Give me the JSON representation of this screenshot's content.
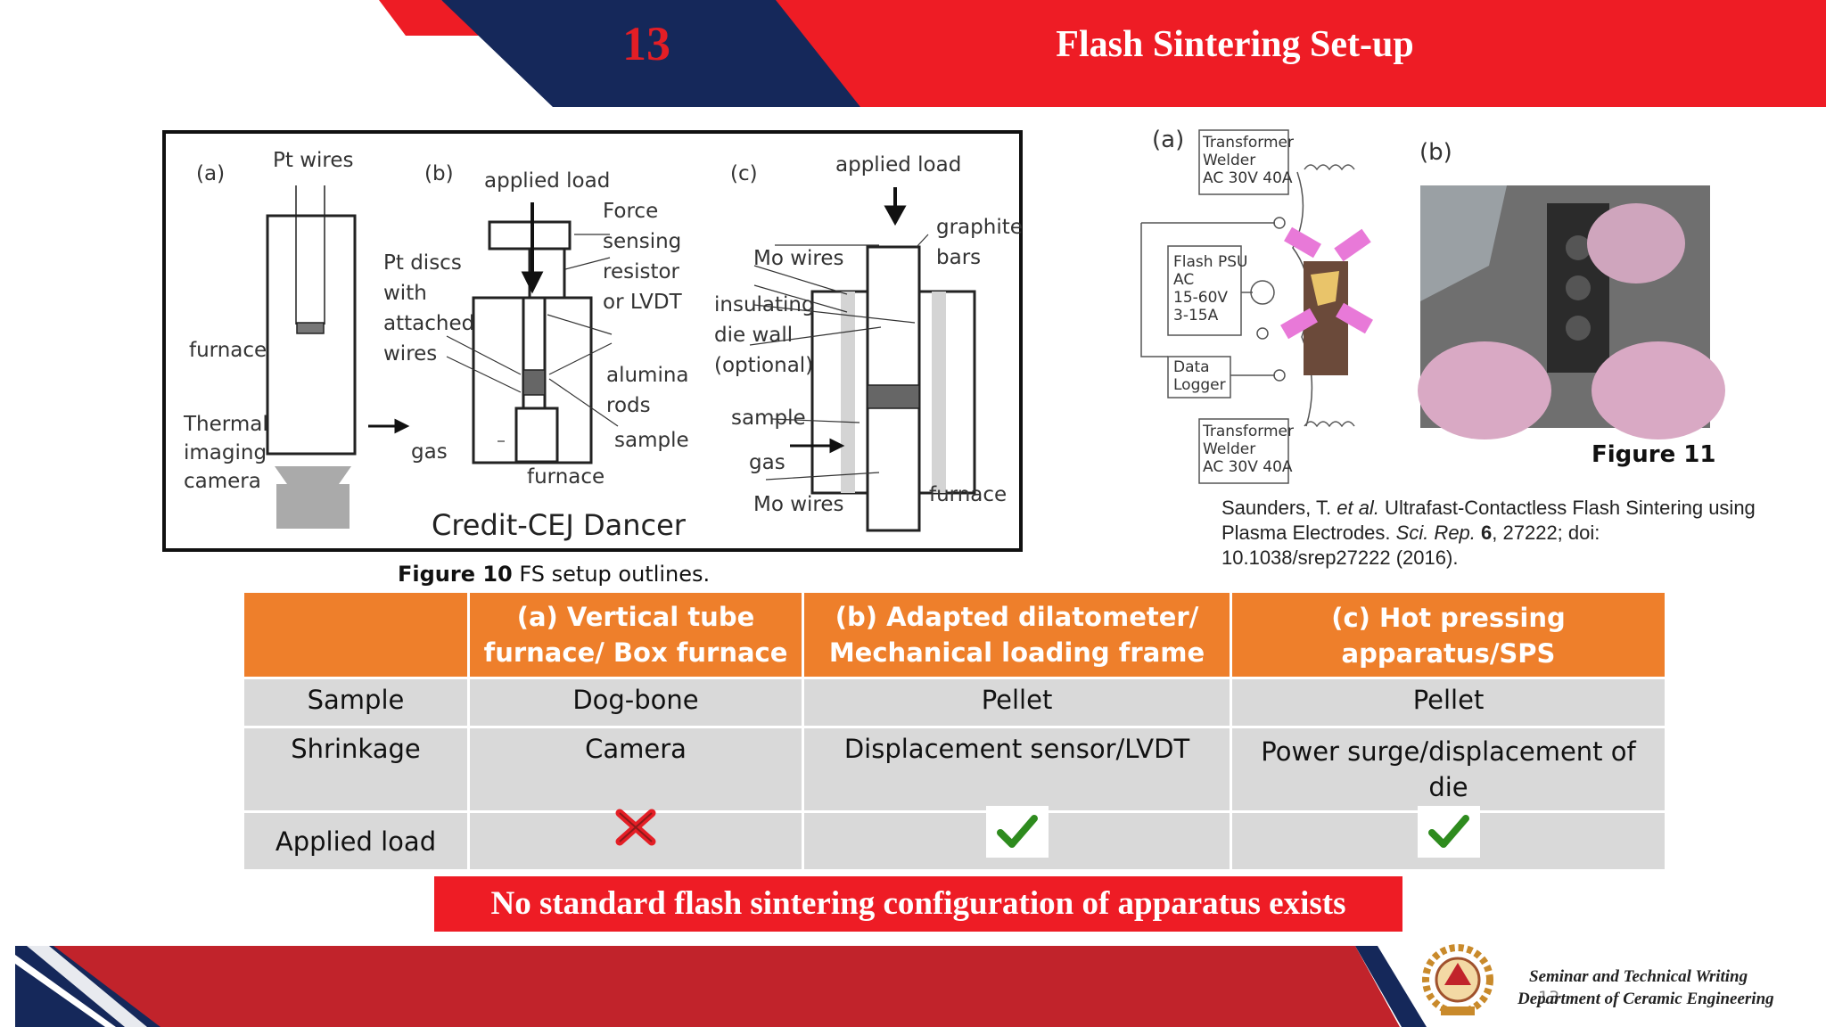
{
  "header": {
    "slide_number": "13",
    "title": "Flash Sintering Set-up",
    "colors": {
      "red": "#ee1c25",
      "navy": "#15285a",
      "orange": "#ee7f2b",
      "gray": "#d9d9d9"
    }
  },
  "figure10": {
    "panel_a": {
      "label": "(a)",
      "pt_wires": "Pt wires",
      "furnace": "furnace",
      "camera": [
        "Thermal",
        "imaging",
        "camera"
      ]
    },
    "panel_b": {
      "label": "(b)",
      "applied_load": "applied load",
      "force_sensor": [
        "Force",
        "sensing",
        "resistor",
        "or LVDT"
      ],
      "pt_discs": [
        "Pt discs",
        "with",
        "attached",
        "wires"
      ],
      "alumina_rods": [
        "alumina",
        "rods"
      ],
      "sample": "sample",
      "gas": "gas",
      "furnace": "furnace"
    },
    "panel_c": {
      "label": "(c)",
      "applied_load": "applied load",
      "graphite_bars": [
        "graphite",
        "bars"
      ],
      "mo_wires_top": "Mo wires",
      "insulating": [
        "insulating",
        "die wall",
        "(optional)"
      ],
      "sample": "sample",
      "gas": "gas",
      "mo_wires_bottom": "Mo wires",
      "furnace": "furnace"
    },
    "credit": "Credit-CEJ Dancer",
    "caption_bold": "Figure 10",
    "caption_text": " FS setup outlines."
  },
  "figure11": {
    "panel_a_label": "(a)",
    "panel_b_label": "(b)",
    "transformer_top": [
      "Transformer",
      "Welder",
      "AC 30V 40A"
    ],
    "flash_psu": [
      "Flash PSU",
      "AC",
      "15-60V",
      "3-15A"
    ],
    "data_logger": [
      "Data",
      "Logger"
    ],
    "transformer_bottom": [
      "Transformer",
      "Welder",
      "AC 30V 40A"
    ],
    "label": "Figure 11",
    "citation": {
      "part1": "Saunders, T. ",
      "etal": "et al.",
      "part2": " Ultrafast-Contactless Flash Sintering using Plasma Electrodes. ",
      "journal": "Sci. Rep.",
      "space": " ",
      "volume": "6",
      "part3": ", 27222; doi: 10.1038/srep27222 (2016)."
    }
  },
  "table": {
    "headers": [
      "",
      "(a) Vertical tube furnace/ Box furnace",
      "(b) Adapted dilatometer/ Mechanical loading frame",
      "(c) Hot pressing apparatus/SPS"
    ],
    "rows": [
      {
        "label": "Sample",
        "cells": [
          "Dog-bone",
          "Pellet",
          "Pellet"
        ]
      },
      {
        "label": "Shrinkage",
        "cells": [
          "Camera",
          "Displacement sensor/LVDT",
          "Power surge/displacement of die"
        ]
      },
      {
        "label": "Applied load",
        "marks": [
          "cross",
          "check",
          "check"
        ]
      }
    ]
  },
  "banner": "No standard flash sintering configuration of apparatus exists",
  "footer": {
    "line1": "Seminar and Technical Writing",
    "line2": "Department of Ceramic Engineering",
    "page_number": "13"
  }
}
